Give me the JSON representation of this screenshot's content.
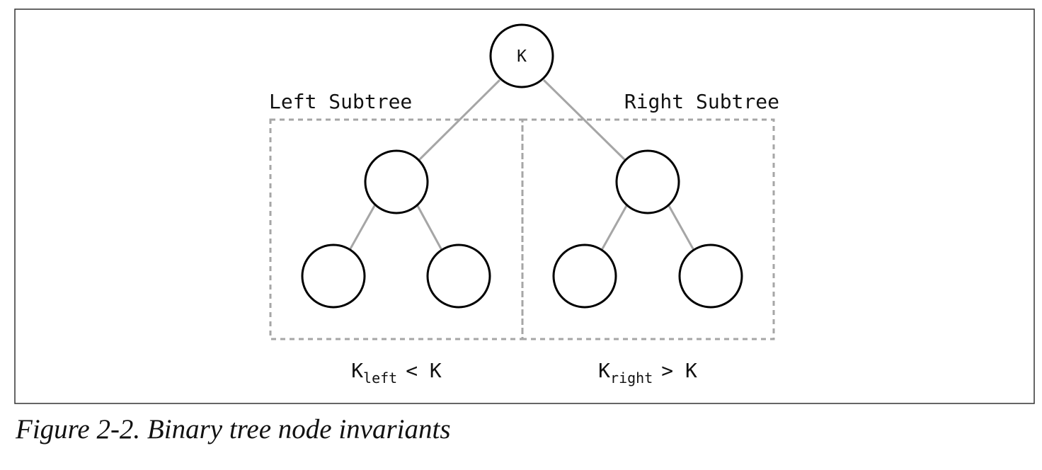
{
  "diagram": {
    "root_label": "K",
    "left_subtree_label": "Left Subtree",
    "right_subtree_label": "Right Subtree",
    "left_invariant": {
      "base": "K",
      "subscript": "left",
      "relation": "< K"
    },
    "right_invariant": {
      "base": "K",
      "subscript": "right",
      "relation": "> K"
    }
  },
  "caption": "Figure 2-2. Binary tree node invariants",
  "colors": {
    "node_stroke": "#000000",
    "edge": "#a6a6a6",
    "dashed_box": "#a6a6a6",
    "frame": "#333333",
    "text": "#111111"
  }
}
